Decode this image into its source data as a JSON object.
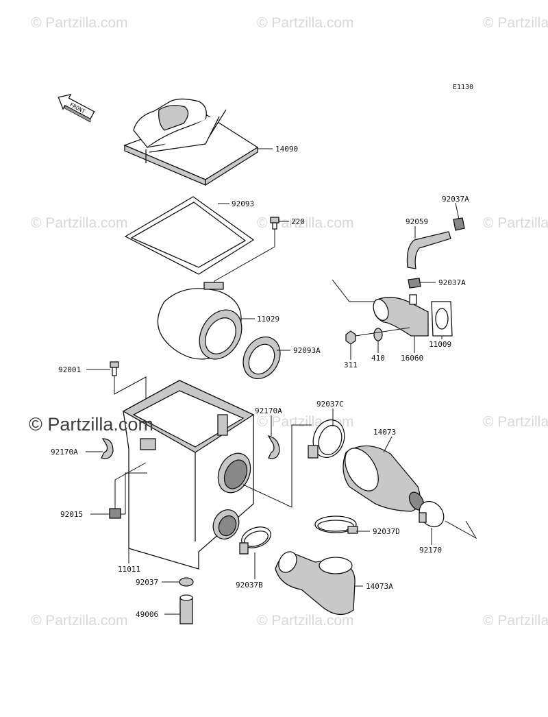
{
  "diagram_code": "E1130",
  "front_label": "FRONT",
  "watermark": {
    "text": "© Partzilla.com",
    "main_text": "© Partzilla.com"
  },
  "parts": [
    {
      "number": "14090"
    },
    {
      "number": "92093"
    },
    {
      "number": "220"
    },
    {
      "number": "11029"
    },
    {
      "number": "92093A"
    },
    {
      "number": "92001"
    },
    {
      "number": "92170A"
    },
    {
      "number": "92170A"
    },
    {
      "number": "92015"
    },
    {
      "number": "11011"
    },
    {
      "number": "92037"
    },
    {
      "number": "49006"
    },
    {
      "number": "92037B"
    },
    {
      "number": "92037C"
    },
    {
      "number": "14073"
    },
    {
      "number": "92037D"
    },
    {
      "number": "92170"
    },
    {
      "number": "14073A"
    },
    {
      "number": "92037A"
    },
    {
      "number": "92059"
    },
    {
      "number": "92037A"
    },
    {
      "number": "311"
    },
    {
      "number": "410"
    },
    {
      "number": "16060"
    },
    {
      "number": "11009"
    }
  ]
}
